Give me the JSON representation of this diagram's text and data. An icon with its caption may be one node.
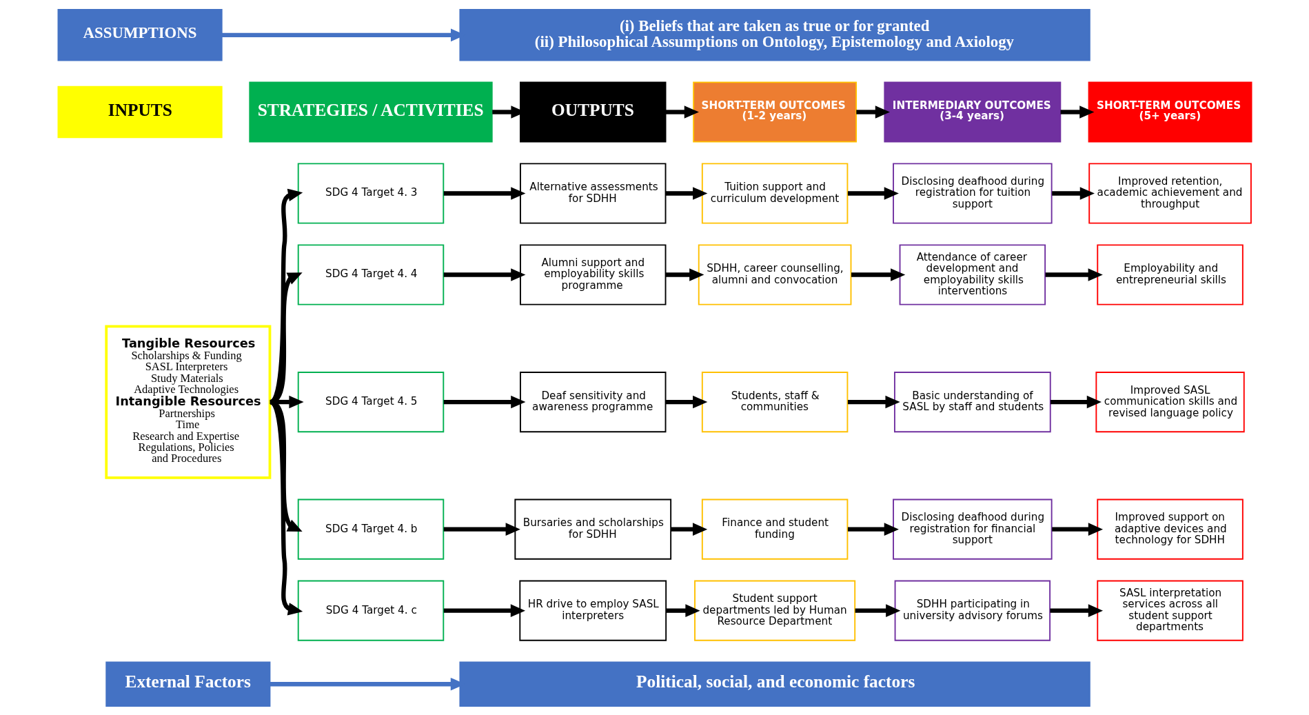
{
  "diagram": {
    "nodes": [
      {
        "text": [
          "ASSUMPTIONS"
        ]
      },
      {
        "text": [
          "(i) Beliefs that are taken as true or for granted",
          "(ii) Philosophical Assumptions on Ontology, Epistemology and Axiology"
        ]
      },
      {
        "text": [
          "INPUTS"
        ]
      },
      {
        "text": [
          "STRATEGIES / ACTIVITIES"
        ]
      },
      {
        "text": [
          "OUTPUTS"
        ]
      },
      {
        "text": [
          "SHORT-TERM OUTCOMES",
          "(1-2 years)"
        ]
      },
      {
        "text": [
          "INTERMEDIARY OUTCOMES",
          "(3-4 years)"
        ]
      },
      {
        "text": [
          "SHORT-TERM OUTCOMES",
          "(5+ years)"
        ]
      },
      {
        "text": [
          "Tangible Resources",
          "Scholarships & Funding",
          "SASL Interpreters",
          "Study Materials",
          "Adaptive Technologies",
          "Intangible Resources",
          "Partnerships",
          "Time",
          "Research and Expertise",
          "Regulations, Policies and Procedures"
        ]
      },
      {
        "text": [
          "SDG 4 Target 4. 3"
        ]
      },
      {
        "text": [
          "Alternative assessments for SDHH"
        ]
      },
      {
        "text": [
          "Tuition support and curriculum development"
        ]
      },
      {
        "text": [
          "Disclosing deafhood during registration for tuition support"
        ]
      },
      {
        "text": [
          "Improved retention, academic achievement and throughput"
        ]
      },
      {
        "text": [
          "SDG 4 Target 4. 4"
        ]
      },
      {
        "text": [
          "Alumni support and employability skills programme"
        ]
      },
      {
        "text": [
          "SDHH, career counselling, alumni and convocation"
        ]
      },
      {
        "text": [
          "Attendance of career development and employability skills interventions"
        ]
      },
      {
        "text": [
          "Employability and entrepreneurial skills"
        ]
      },
      {
        "text": [
          "SDG 4 Target 4. 5"
        ]
      },
      {
        "text": [
          "Deaf sensitivity and awareness programme"
        ]
      },
      {
        "text": [
          "Students, staff & communities"
        ]
      },
      {
        "text": [
          "Basic understanding of SASL by staff and students"
        ]
      },
      {
        "text": [
          "Improved SASL communication skills and revised language policy"
        ]
      },
      {
        "text": [
          "SDG 4 Target 4. b"
        ]
      },
      {
        "text": [
          "Bursaries and scholarships for SDHH"
        ]
      },
      {
        "text": [
          "Finance and student funding"
        ]
      },
      {
        "text": [
          "Disclosing deafhood during registration for financial support"
        ]
      },
      {
        "text": [
          "Improved support on adaptive devices and technology for SDHH"
        ]
      },
      {
        "text": [
          "SDG 4 Target 4. c"
        ]
      },
      {
        "text": [
          "HR drive to employ SASL interpreters"
        ]
      },
      {
        "text": [
          "Student support departments led by Human Resource Department"
        ]
      },
      {
        "text": [
          "SDHH participating in university advisory forums"
        ]
      },
      {
        "text": [
          "SASL interpretation services across all student support departments"
        ]
      },
      {
        "text": [
          "External Factors"
        ]
      },
      {
        "text": [
          "Political, social, and economic factors"
        ]
      }
    ],
    "edges": [
      {
        "from": 0,
        "to": 1,
        "arrow": "to",
        "color": "#4472c4"
      },
      {
        "from": 3,
        "to": 4,
        "arrow": "to"
      },
      {
        "from": 4,
        "to": 5,
        "arrow": "to"
      },
      {
        "from": 5,
        "to": 6,
        "arrow": "to"
      },
      {
        "from": 6,
        "to": 7,
        "arrow": "to"
      },
      {
        "from": 8,
        "to": 9,
        "arrow": "to"
      },
      {
        "from": 8,
        "to": 14,
        "arrow": "to"
      },
      {
        "from": 8,
        "to": 19,
        "arrow": "to"
      },
      {
        "from": 8,
        "to": 24,
        "arrow": "to"
      },
      {
        "from": 8,
        "to": 29,
        "arrow": "to"
      },
      {
        "from": 9,
        "to": 10,
        "arrow": "to"
      },
      {
        "from": 10,
        "to": 11,
        "arrow": "to"
      },
      {
        "from": 11,
        "to": 12,
        "arrow": "to"
      },
      {
        "from": 12,
        "to": 13,
        "arrow": "to"
      },
      {
        "from": 14,
        "to": 15,
        "arrow": "to"
      },
      {
        "from": 15,
        "to": 16,
        "arrow": "to"
      },
      {
        "from": 16,
        "to": 17,
        "arrow": "to"
      },
      {
        "from": 17,
        "to": 18,
        "arrow": "to"
      },
      {
        "from": 19,
        "to": 20,
        "arrow": "to"
      },
      {
        "from": 20,
        "to": 21,
        "arrow": "to"
      },
      {
        "from": 21,
        "to": 22,
        "arrow": "to"
      },
      {
        "from": 22,
        "to": 23,
        "arrow": "to"
      },
      {
        "from": 24,
        "to": 25,
        "arrow": "to"
      },
      {
        "from": 25,
        "to": 26,
        "arrow": "to"
      },
      {
        "from": 26,
        "to": 27,
        "arrow": "to"
      },
      {
        "from": 27,
        "to": 28,
        "arrow": "to"
      },
      {
        "from": 29,
        "to": 30,
        "arrow": "to"
      },
      {
        "from": 30,
        "to": 31,
        "arrow": "to"
      },
      {
        "from": 31,
        "to": 32,
        "arrow": "to"
      },
      {
        "from": 32,
        "to": 33,
        "arrow": "to"
      },
      {
        "from": 34,
        "to": 35,
        "arrow": "to",
        "color": "#4472c4"
      }
    ]
  }
}
